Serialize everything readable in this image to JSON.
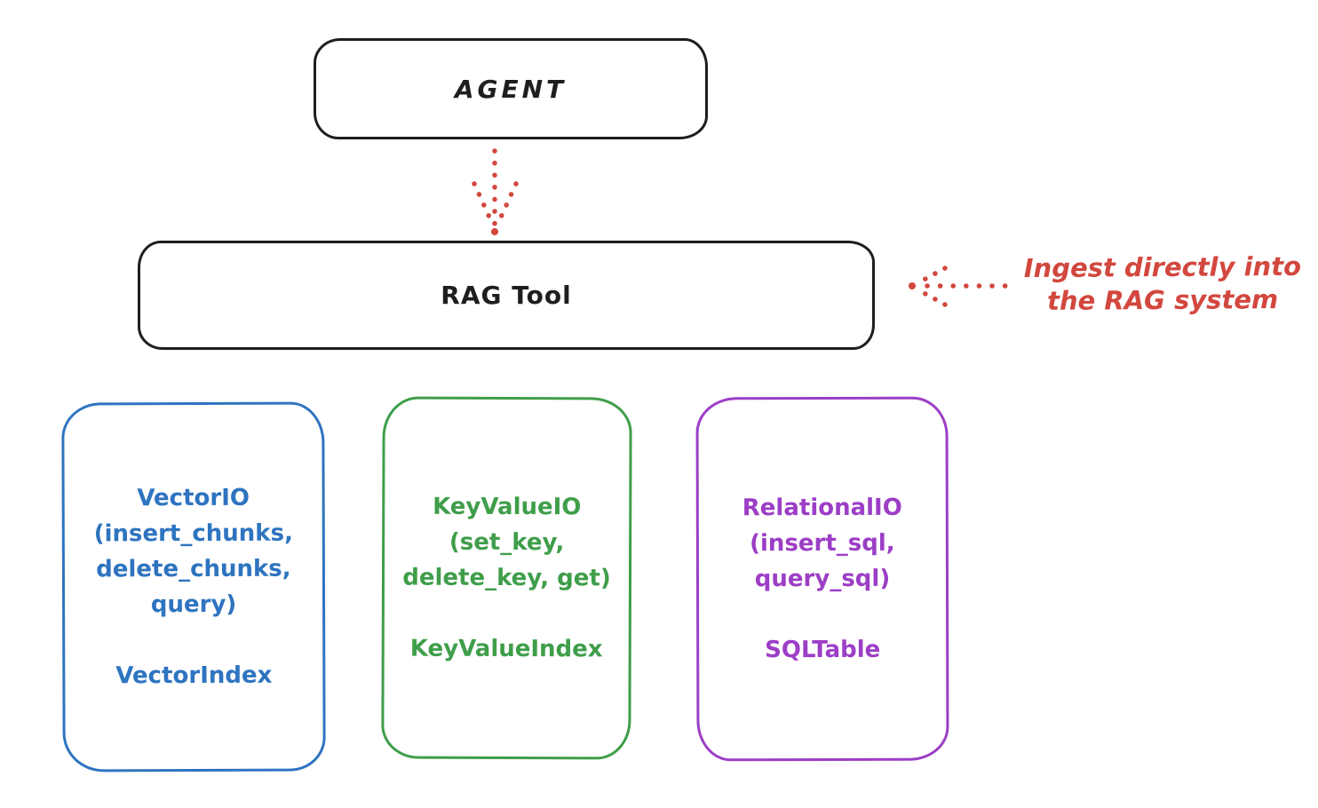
{
  "diagram": {
    "background": "#ffffff",
    "ink_color": "#1e1e1e",
    "accent_red": "#d2473e"
  },
  "nodes": {
    "agent": {
      "label": "AGENT"
    },
    "rag_tool": {
      "label": "RAG Tool"
    },
    "stores": [
      {
        "id": "vector-io",
        "color": "#2e74c0",
        "lines": [
          "VectorIO",
          "(insert_chunks,",
          "delete_chunks,",
          "query)"
        ],
        "index_label": "VectorIndex"
      },
      {
        "id": "keyvalue-io",
        "color": "#3f9e4a",
        "lines": [
          "KeyValueIO",
          "(set_key,",
          "delete_key, get)"
        ],
        "index_label": "KeyValueIndex"
      },
      {
        "id": "relational-io",
        "color": "#9c3ec6",
        "lines": [
          "RelationalIO",
          "(insert_sql,",
          "query_sql)"
        ],
        "index_label": "SQLTable"
      }
    ]
  },
  "annotation": {
    "color": "#d2473e",
    "lines": [
      "Ingest directly into",
      "the RAG system"
    ]
  },
  "arrows": [
    {
      "id": "agent-to-rag-tool",
      "style": "dotted",
      "color": "#d2473e",
      "direction": "down"
    },
    {
      "id": "annotation-to-rag-tool",
      "style": "dotted",
      "color": "#d2473e",
      "direction": "left"
    }
  ]
}
